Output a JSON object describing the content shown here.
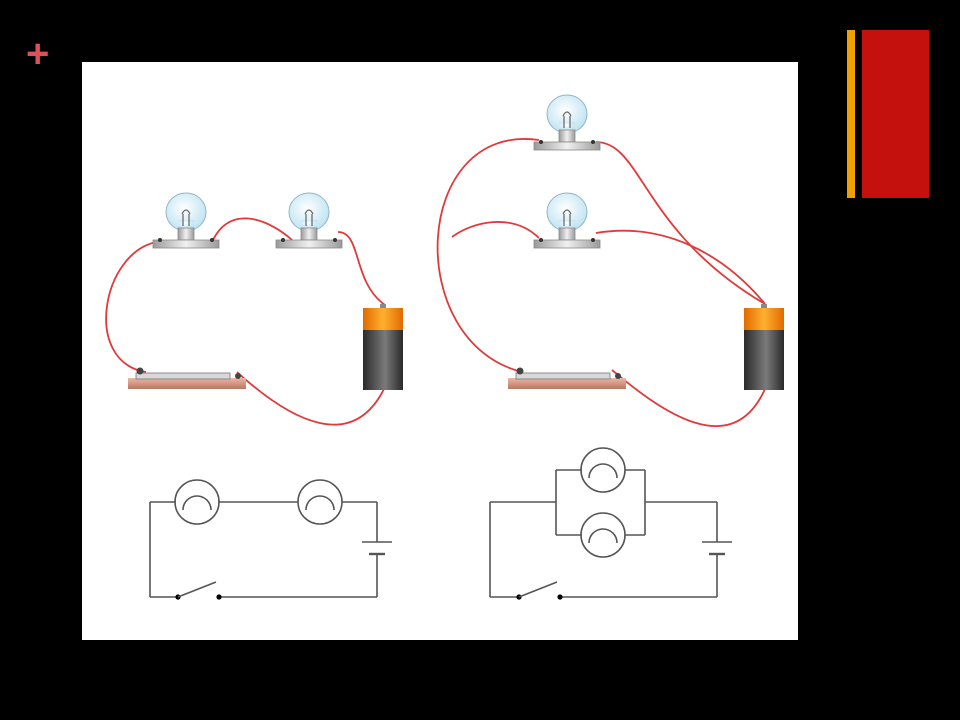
{
  "slide": {
    "plus_glyph": "+",
    "colors": {
      "background": "#000000",
      "plus": "#e0505a",
      "accent_orange": "#f0a000",
      "accent_red": "#c4110e",
      "panel": "#ffffff",
      "wire": "#e03a3a",
      "schematic_line": "#555555"
    }
  },
  "diagram": {
    "left_circuit": {
      "kind": "series",
      "bulbs": 2,
      "switch": "open",
      "battery": 1
    },
    "right_circuit": {
      "kind": "parallel",
      "bulbs": 2,
      "switch": "open",
      "battery": 1
    },
    "icons": [
      "light-bulb-icon",
      "battery-icon",
      "knife-switch-icon",
      "lamp-symbol-icon",
      "battery-symbol-icon",
      "switch-symbol-icon"
    ]
  }
}
